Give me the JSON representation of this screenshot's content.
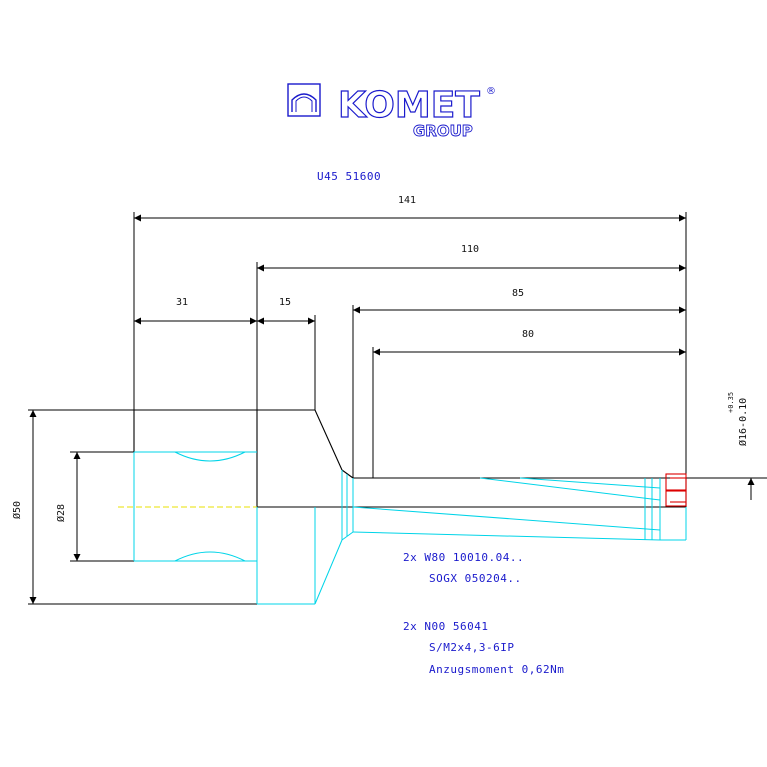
{
  "logo": {
    "brand": "KOMET",
    "registered": "®",
    "sub": "GROUP"
  },
  "part_number": "U45 51600",
  "dimensions": {
    "total_length": "141",
    "len_110": "110",
    "len_85": "85",
    "len_80": "80",
    "len_31": "31",
    "len_15": "15",
    "dia_50": "Ø50",
    "dia_28": "Ø28",
    "dia_16": "Ø16-0.10",
    "tol_upper": "+0.35"
  },
  "notes": {
    "insert_line1": "2x W80 10010.04..",
    "insert_line2": "SOGX 050204..",
    "screw_line1": "2x N00 56041",
    "screw_line2": "S/M2x4,3-6IP",
    "screw_line3": "Anzugsmoment 0,62Nm"
  },
  "colors": {
    "outline": "#000000",
    "contour": "#00d4e8",
    "annotation": "#1a1acc",
    "centerline": "#e8e000",
    "insert": "#dd0000"
  }
}
